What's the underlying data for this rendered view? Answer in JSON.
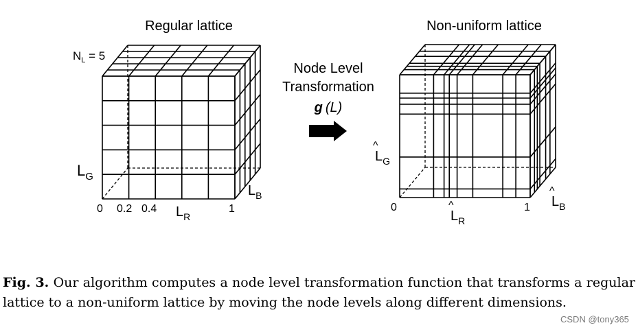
{
  "panels": {
    "left": {
      "title": "Regular lattice",
      "nl_main": "N",
      "nl_sub": "L",
      "nl_rest": " = 5",
      "lg_main": "L",
      "lg_sub": "G",
      "lb_main": "L",
      "lb_sub": "B",
      "lr_main": "L",
      "lr_sub": "R",
      "tick_0": "0",
      "tick_02": "0.2",
      "tick_04": "0.4",
      "tick_1": "1"
    },
    "right": {
      "title": "Non-uniform lattice",
      "lg_main": "L",
      "lg_sub": "G",
      "lb_main": "L",
      "lb_sub": "B",
      "lr_main": "L",
      "lr_sub": "R",
      "hat": "^",
      "tick_0": "0",
      "tick_1": "1"
    }
  },
  "transform": {
    "line1": "Node Level",
    "line2": "Transformation",
    "func_g": "g",
    "func_arg": "(L)"
  },
  "caption": {
    "label": "Fig. 3.",
    "text": " Our algorithm computes a node level transformation function that transforms a regular lattice to a non-uniform lattice by moving the node levels along different dimensions."
  },
  "watermark": "CSDN @tony365"
}
